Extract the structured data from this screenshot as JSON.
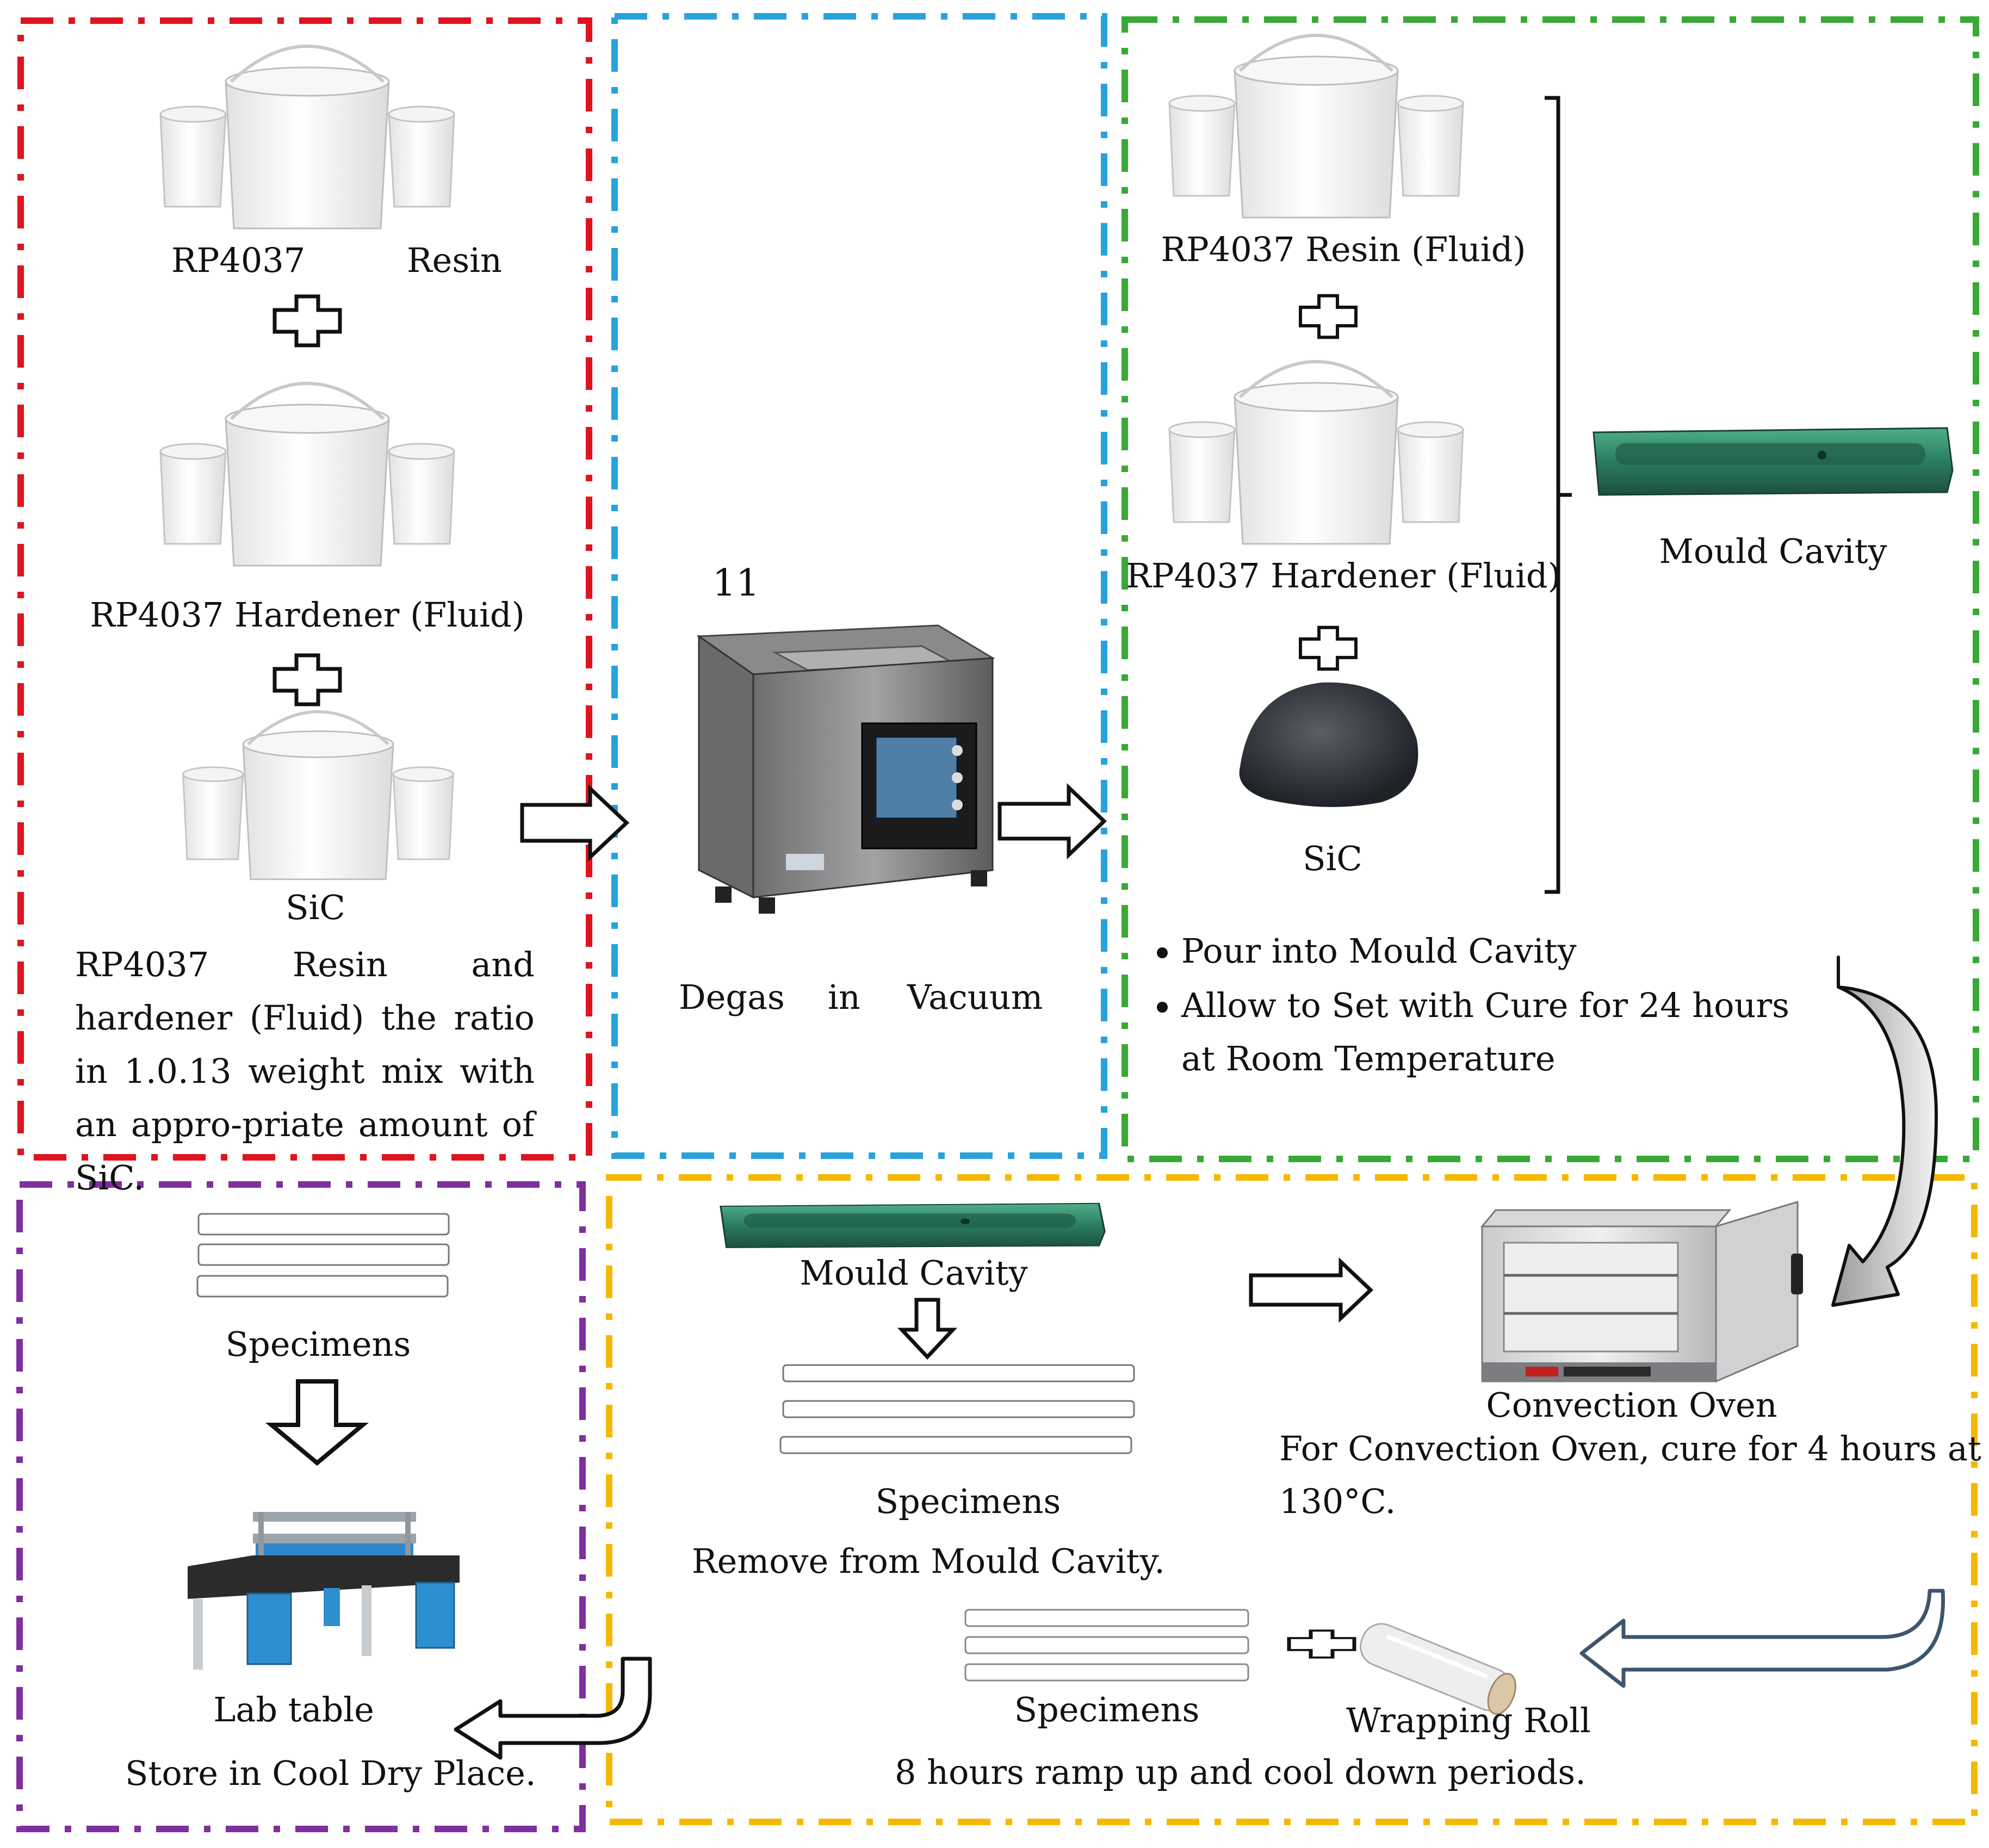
{
  "colors": {
    "step1_border": "#e0141e",
    "step2_border": "#27a2dc",
    "step3_border": "#39a935",
    "step4_border": "#f5b800",
    "step5_border": "#7f2f9e",
    "mould_green": "#2f8a6a",
    "arrow_blue": "#3e556b"
  },
  "icons": [
    "bucket-group-icon",
    "plus-icon",
    "vacuum-chamber-icon",
    "sic-powder-icon",
    "mould-cavity-icon",
    "convection-oven-icon",
    "lab-table-icon",
    "wrapping-roll-icon",
    "specimen-strip-icon",
    "arrow-icon"
  ],
  "step1": {
    "resin_label_a": "RP4037",
    "resin_label_b": "Resin",
    "hardener_label": "RP4037 Hardener (Fluid)",
    "sic_label": "SiC",
    "description": "RP4037 Resin and hardener (Fluid) the ratio in 1.0.13 weight mix with an appro-priate amount of SiC."
  },
  "step2": {
    "number": "11",
    "label_a": "Degas",
    "label_b": "in",
    "label_c": "Vacuum"
  },
  "step3": {
    "resin_label": "RP4037 Resin (Fluid)",
    "hardener_label": "RP4037 Hardener (Fluid)",
    "sic_label": "SiC",
    "mould_label": "Mould Cavity",
    "bullet_1": "Pour into Mould Cavity",
    "bullet_2_line1": "Allow to Set with Cure for 24 hours",
    "bullet_2_line2": "at Room Temperature"
  },
  "step4": {
    "mould_label": "Mould Cavity",
    "specimens_label": "Specimens",
    "remove_label": "Remove from Mould Cavity.",
    "oven_label": "Convection Oven",
    "oven_note_line1": "For Convection Oven, cure for 4 hours at",
    "oven_note_line2": "130°C.",
    "wrap_specimens_label": "Specimens",
    "wrap_label": "Wrapping Roll",
    "ramp_note": "8 hours ramp up and cool down periods."
  },
  "step5": {
    "specimens_label": "Specimens",
    "table_label": "Lab table",
    "store_label": "Store in Cool Dry Place."
  }
}
